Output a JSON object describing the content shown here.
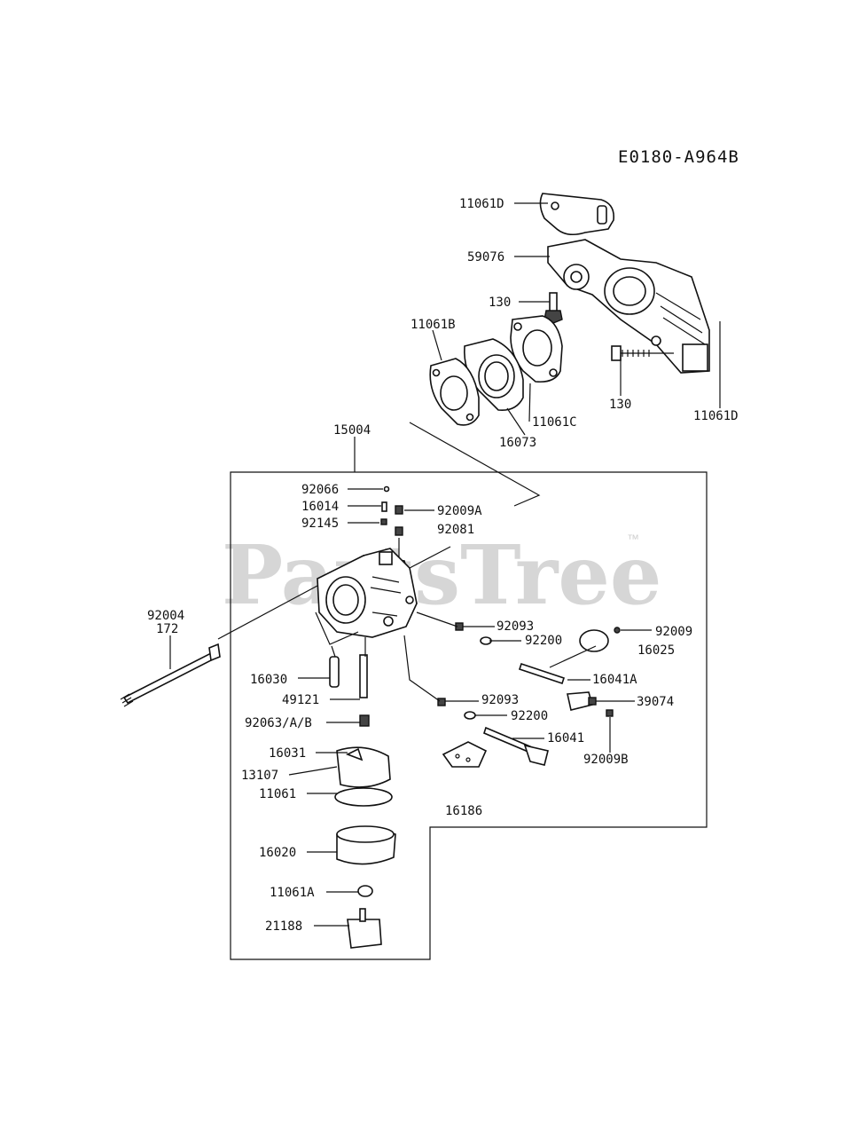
{
  "diagram": {
    "code": "E0180-A964B",
    "watermark": "PartsTree",
    "watermark_tm": "™",
    "labels": {
      "p11061D_top": "11061D",
      "p59076": "59076",
      "p130_a": "130",
      "p11061B": "11061B",
      "p11061C": "11061C",
      "p16073": "16073",
      "p130_b": "130",
      "p11061D_right": "11061D",
      "p15004": "15004",
      "p92066": "92066",
      "p16014": "16014",
      "p92009A": "92009A",
      "p92145": "92145",
      "p92081": "92081",
      "p92004": "92004",
      "p172": "172",
      "p92093_a": "92093",
      "p92200_a": "92200",
      "p92009": "92009",
      "p16025": "16025",
      "p16041A": "16041A",
      "p16030": "16030",
      "p49121": "49121",
      "p92093_b": "92093",
      "p39074": "39074",
      "p92063": "92063/A/B",
      "p92200_b": "92200",
      "p16041": "16041",
      "p16031": "16031",
      "p92009B": "92009B",
      "p13107": "13107",
      "p11061": "11061",
      "p16186": "16186",
      "p16020": "16020",
      "p11061A": "11061A",
      "p21188": "21188"
    }
  }
}
